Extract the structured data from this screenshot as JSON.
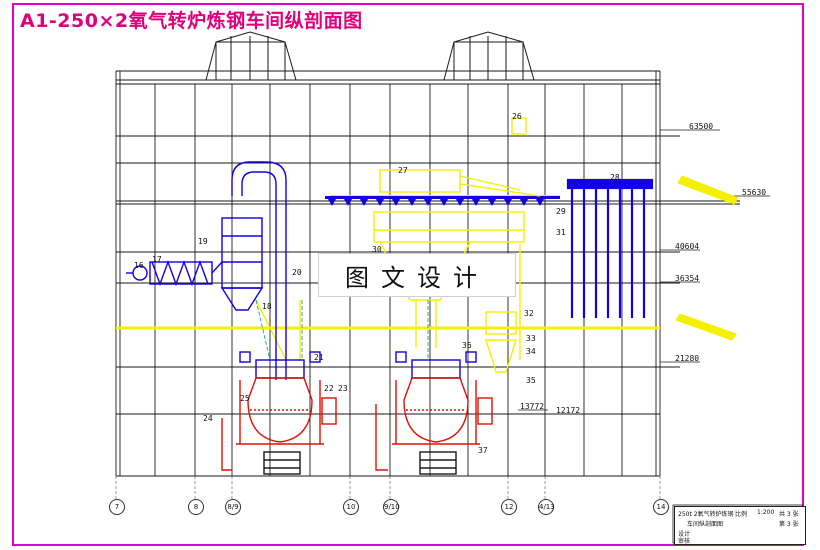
{
  "title": "A1-250×2氧气转炉炼钢车间纵剖面图",
  "watermark": "图文设计",
  "elevations": [
    "63500",
    "55630",
    "40604",
    "36354",
    "21280",
    "13772",
    "12172"
  ],
  "axis_labels": [
    "7",
    "8",
    "8/9",
    "10",
    "9/10",
    "12",
    "4/13",
    "14"
  ],
  "callouts": [
    "16",
    "17",
    "19",
    "20",
    "18",
    "21",
    "22",
    "23",
    "24",
    "25",
    "26",
    "27",
    "28",
    "29",
    "30",
    "31",
    "32",
    "33",
    "34",
    "35",
    "36",
    "37"
  ],
  "title_block": {
    "drawing_name": "250t 2氧气转炉炼钢",
    "sheet_name": "车间纵剖面图",
    "scale_label": "比例",
    "scale_value": "1:200",
    "sheet_label": "共 3 张",
    "sheet_no": "第 3 张",
    "design": "设计",
    "review": "审核"
  },
  "colors": {
    "frame": "#e000c8",
    "title": "#e0007a",
    "structure": "#1a1a1a",
    "equipment_blue": "#1400e0",
    "equipment_yellow": "#f5f000",
    "vessel_red": "#e01000",
    "grid_green": "#009a8a"
  }
}
